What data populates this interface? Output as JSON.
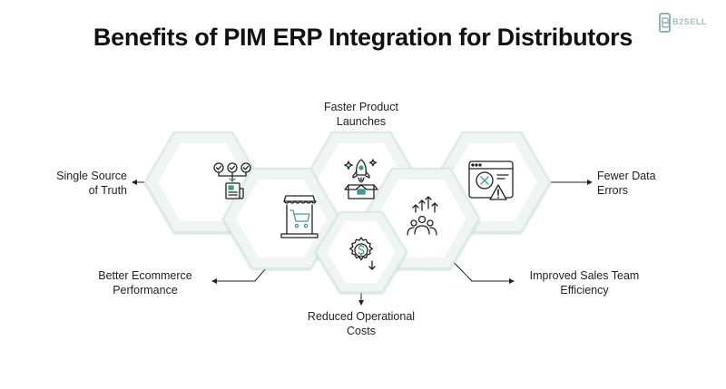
{
  "title": "Benefits of PIM ERP Integration for Distributors",
  "logo": {
    "text": "B2SELL"
  },
  "colors": {
    "accent": "#3c9e8a",
    "hex_fill": "#eef5f3",
    "hex_border": "#dce9e5",
    "icon_stroke": "#222222",
    "text": "#222222"
  },
  "benefits": [
    {
      "line1": "Faster Product",
      "line2": "Launches",
      "icon": "rocket-box-icon"
    },
    {
      "line1": "Single Source",
      "line2": "of Truth",
      "icon": "checks-report-icon"
    },
    {
      "line1": "Fewer Data",
      "line2": "Errors",
      "icon": "browser-error-warning-icon"
    },
    {
      "line1": "Better Ecommerce",
      "line2": "Performance",
      "icon": "storefront-cart-icon"
    },
    {
      "line1": "Improved Sales Team",
      "line2": "Efficiency",
      "icon": "team-growth-icon"
    },
    {
      "line1": "Reduced Operational",
      "line2": "Costs",
      "icon": "gear-dollar-down-icon"
    }
  ]
}
